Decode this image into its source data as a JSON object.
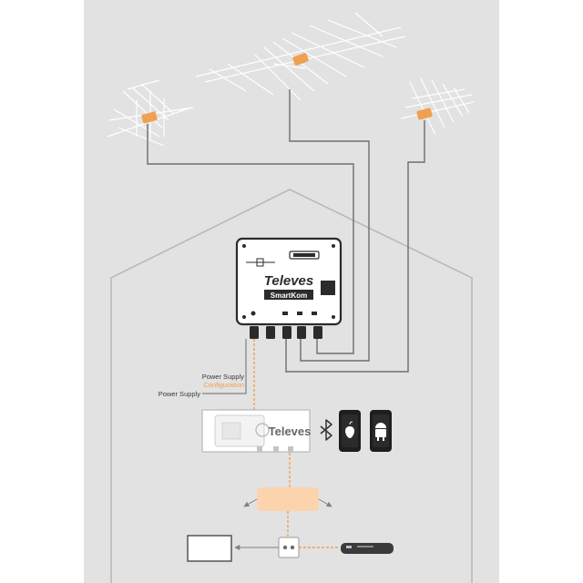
{
  "labels": {
    "power_supply_1": "Power Supply",
    "configuration": "Configuration",
    "power_supply_2": "Power Supply"
  },
  "head_end": {
    "brand": "Televes",
    "model": "SmartKom"
  },
  "amplifier": {
    "brand": "Televes"
  },
  "colors": {
    "page": "#ffffff",
    "panel": "#e2e2e2",
    "house": "#b9b9b9",
    "line": "#808080",
    "accent": "#f0a050",
    "accent_light": "#fbd3ac",
    "device": "#2b2b2b"
  },
  "icons": [
    "antenna-icon",
    "bluetooth-icon",
    "apple-phone-icon",
    "android-phone-icon",
    "tv-icon",
    "wall-socket-icon",
    "set-top-box-icon",
    "splitter-icon"
  ]
}
